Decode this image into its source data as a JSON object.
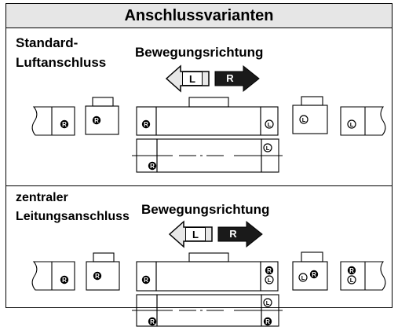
{
  "header": {
    "title": "Anschlussvarianten"
  },
  "sections": [
    {
      "label_lines": [
        "Standard-",
        "Luftanschluss"
      ],
      "direction_title": "Bewegungsrichtung",
      "arrow_left_label": "L",
      "arrow_right_label": "R",
      "port_marker_right": "R",
      "port_marker_left": "L"
    },
    {
      "label_lines": [
        "zentraler",
        "Leitungsanschluss"
      ],
      "direction_title": "Bewegungsrichtung",
      "arrow_left_label": "L",
      "arrow_right_label": "R",
      "port_marker_right": "R",
      "port_marker_left": "L"
    }
  ]
}
